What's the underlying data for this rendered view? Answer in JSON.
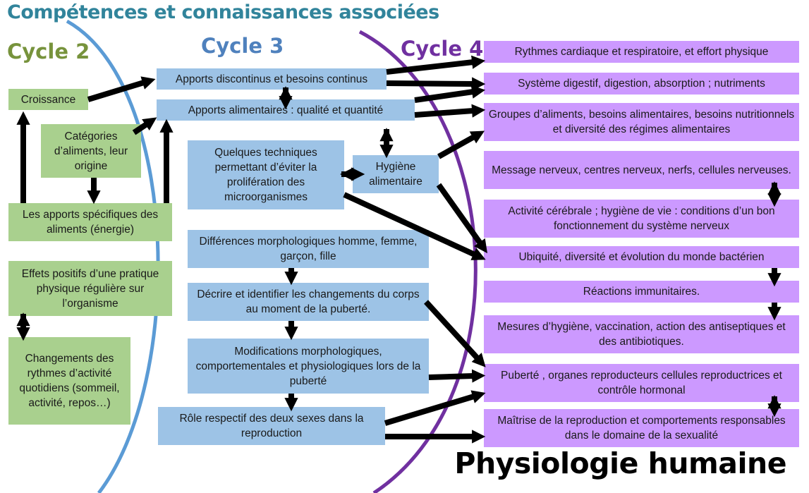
{
  "title": "Compétences et connaissances associées",
  "cycles": {
    "c2": "Cycle 2",
    "c3": "Cycle 3",
    "c4": "Cycle 4"
  },
  "cycle2": {
    "croissance": "Croissance",
    "categories": "Catégories d’aliments, leur origine",
    "apports_specifiques": "Les apports spécifiques des aliments (énergie)",
    "effets_positifs": "Effets positifs d’une pratique physique régulière sur l’organisme",
    "changements_rythmes": "Changements des rythmes d’activité quotidiens (sommeil, activité, repos…)"
  },
  "cycle3": {
    "apports_discontinus": "Apports discontinus et besoins continus",
    "apports_alimentaires": "Apports alimentaires : qualité et quantité",
    "techniques": "Quelques techniques permettant d’éviter la prolifération des microorganismes",
    "hygiene_alimentaire": "Hygiène alimentaire",
    "differences": "Différences morphologiques homme, femme, garçon, fille",
    "decrire": "Décrire et identifier les changements du corps au moment de la puberté.",
    "modifications": "Modifications morphologiques, comportementales et physiologiques lors de la puberté",
    "role": "Rôle respectif des deux sexes dans la reproduction"
  },
  "cycle4": {
    "rythmes": "Rythmes cardiaque et respiratoire, et effort physique",
    "systeme_digestif": "Système digestif, digestion, absorption ; nutriments",
    "groupes": "Groupes d’aliments, besoins alimentaires, besoins nutritionnels et diversité des régimes alimentaires",
    "message_nerveux": "Message nerveux, centres nerveux, nerfs, cellules nerveuses.",
    "activite_cerebrale": "Activité cérébrale ; hygiène de vie : conditions d’un bon fonctionnement du système nerveux",
    "ubiquite": "Ubiquité, diversité et évolution du monde bactérien",
    "reactions": "Réactions immunitaires.",
    "mesures": "Mesures d’hygiène, vaccination, action des antiseptiques et des antibiotiques.",
    "puberte": "Puberté , organes reproducteurs cellules reproductrices et contrôle hormonal",
    "maitrise": "Maîtrise de la reproduction et comportements responsables dans le domaine de la sexualité"
  },
  "footer": "Physiologie humaine",
  "colors": {
    "title": "#31849b",
    "cycle2": "#77933c",
    "cycle3": "#4f81bd",
    "cycle4": "#7030a0",
    "green_box": "#a9d08e",
    "blue_box": "#9dc3e6",
    "purple_box": "#cc99ff",
    "arc_blue": "#5b9bd5",
    "arc_purple": "#7030a0",
    "arrow": "#000000"
  }
}
